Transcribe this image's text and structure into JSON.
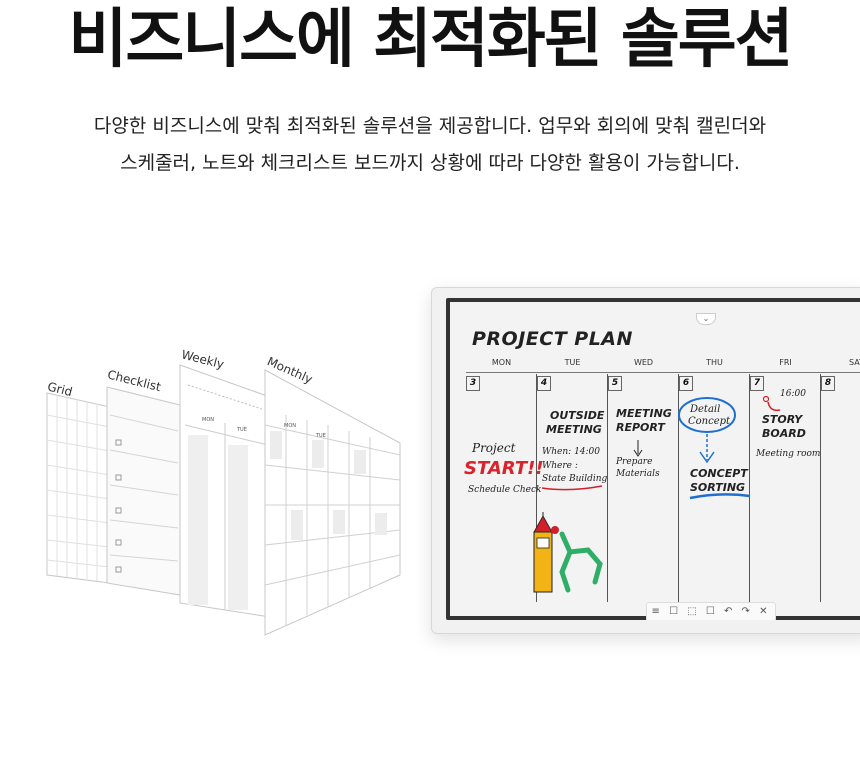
{
  "headline": "비즈니스에 최적화된 솔루션",
  "description": {
    "line1": "다양한 비즈니스에 맞춰 최적화된 솔루션을 제공합니다. 업무와 회의에 맞춰 캘린더와",
    "line2": "스케줄러, 노트와 체크리스트 보드까지 상황에 따라 다양한 활용이 가능합니다."
  },
  "templates": {
    "grid": "Grid",
    "checklist": "Checklist",
    "weekly": "Weekly",
    "monthly": "Monthly",
    "weekly_days": [
      "MON",
      "TUE"
    ],
    "monthly_days": [
      "MON",
      "TUE"
    ]
  },
  "board": {
    "title": "PROJECT PLAN",
    "days": [
      "MON",
      "TUE",
      "WED",
      "THU",
      "FRI",
      "SAT"
    ],
    "dates": [
      "3",
      "4",
      "5",
      "6",
      "7",
      "8"
    ],
    "mon": {
      "line1": "Project",
      "line2": "START!!",
      "line3": "Schedule Check"
    },
    "tue": {
      "line1": "OUTSIDE",
      "line2": "MEETING",
      "when": "When: 14:00",
      "where": "Where :",
      "place": "State Building"
    },
    "wed": {
      "line1": "MEETING",
      "line2": "REPORT",
      "line3": "Prepare",
      "line4": "Materials"
    },
    "thu": {
      "line1": "Detail",
      "line2": "Concept",
      "line3": "CONCEPT",
      "line4": "SORTING"
    },
    "fri": {
      "time": "16:00",
      "line1": "STORY",
      "line2": "BOARD",
      "line3": "Meeting room"
    },
    "accent_red": "#d8242d",
    "accent_blue": "#1f6fd1",
    "accent_green": "#2fae68"
  },
  "toolbar_icons": "≡ ☐ ⬚ ☐ ↶ ↷ ✕"
}
